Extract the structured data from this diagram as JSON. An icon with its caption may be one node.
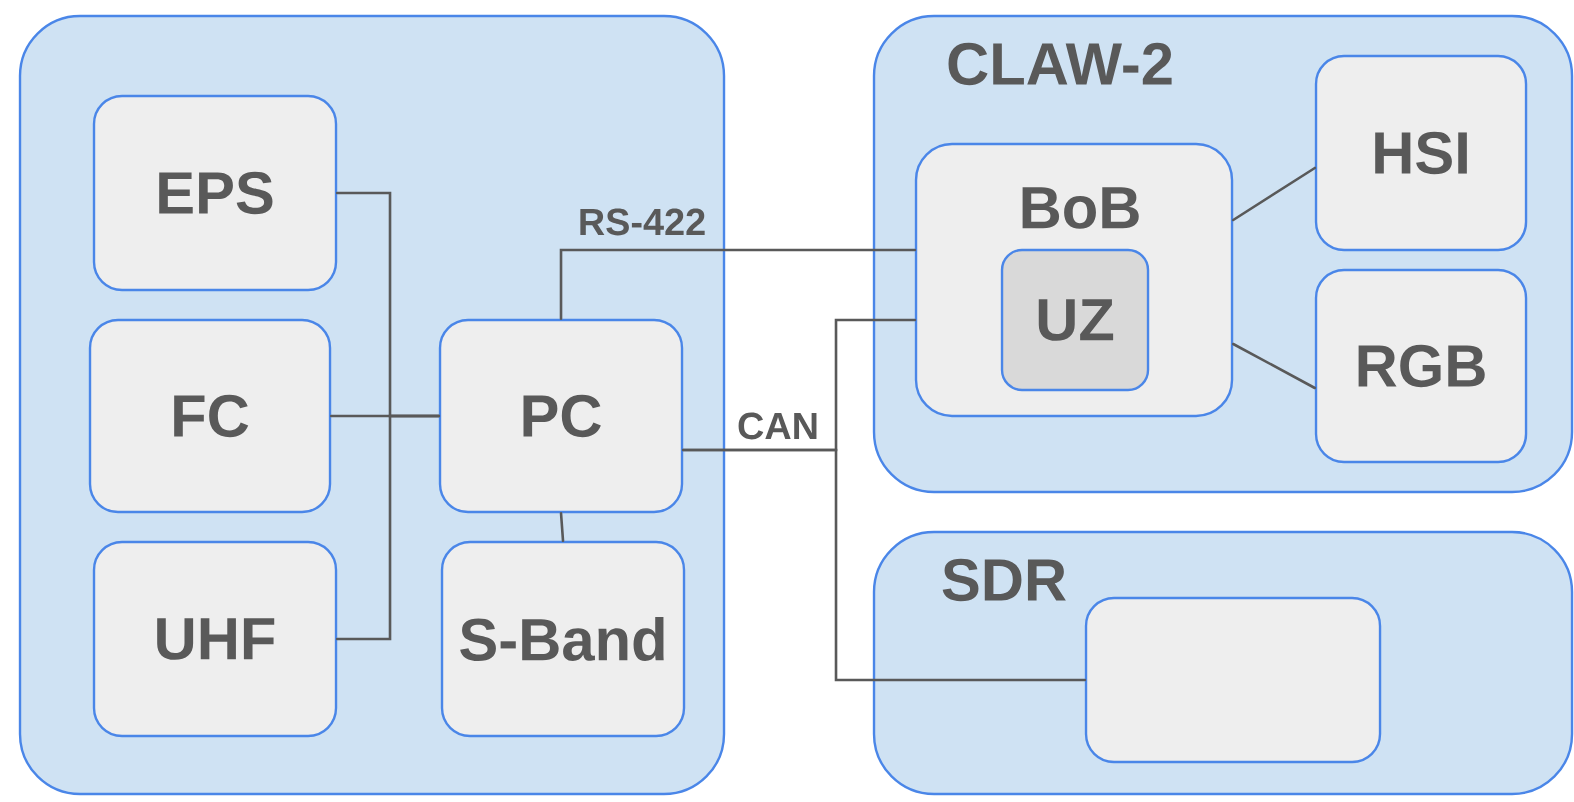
{
  "diagram": {
    "nodes": [
      {
        "text": [],
        "shape": "box"
      },
      {
        "text": [
          "EPS"
        ],
        "in": 0
      },
      {
        "text": [
          "FC"
        ],
        "in": 0
      },
      {
        "text": [
          "UHF"
        ],
        "in": 0
      },
      {
        "text": [
          "PC"
        ],
        "in": 0
      },
      {
        "text": [
          "S-Band"
        ],
        "in": 0
      },
      {
        "text": [
          "CLAW-2"
        ]
      },
      {
        "text": [
          "BoB"
        ],
        "in": 6
      },
      {
        "text": [
          "UZ"
        ],
        "in": 7
      },
      {
        "text": [
          "HSI"
        ],
        "in": 6
      },
      {
        "text": [
          "RGB"
        ],
        "in": 6
      },
      {
        "text": [
          "SDR"
        ]
      },
      {
        "text": [],
        "shape": "box",
        "in": 11
      }
    ],
    "edges": [
      {
        "from": 1,
        "to": 4,
        "arrow": "none"
      },
      {
        "from": 2,
        "to": 4,
        "arrow": "none"
      },
      {
        "from": 3,
        "to": 4,
        "arrow": "none"
      },
      {
        "from": 4,
        "to": 5,
        "arrow": "none"
      },
      {
        "from": 4,
        "to": 7,
        "arrow": "none",
        "label": "RS-422"
      },
      {
        "from": 4,
        "to": 7,
        "arrow": "none",
        "label": "CAN"
      },
      {
        "from": 4,
        "to": 12,
        "arrow": "none"
      },
      {
        "from": 7,
        "to": 9,
        "arrow": "none"
      },
      {
        "from": 7,
        "to": 10,
        "arrow": "none"
      }
    ]
  }
}
